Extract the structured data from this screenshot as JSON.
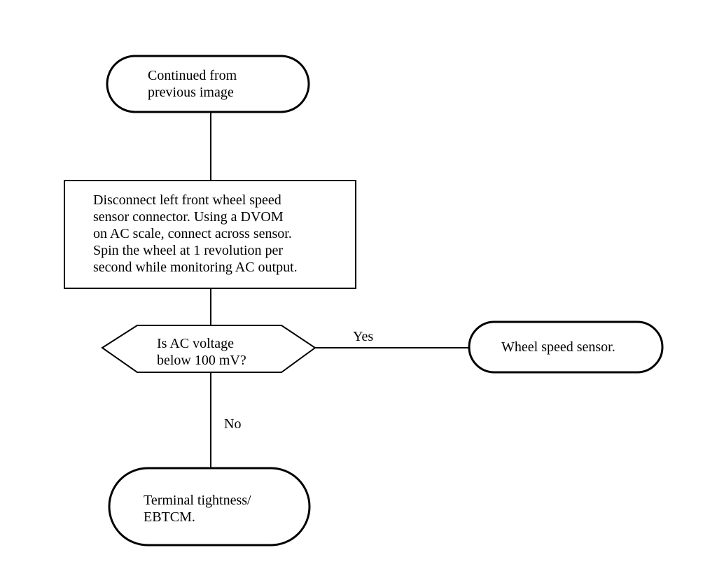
{
  "diagram": {
    "nodes": {
      "start": {
        "shape": "terminator",
        "text": "Continued from\nprevious image"
      },
      "step": {
        "shape": "process",
        "text": "Disconnect left front wheel speed\nsensor connector. Using a DVOM\non AC scale, connect across sensor.\nSpin the wheel at 1 revolution per\nsecond while monitoring AC output."
      },
      "decision": {
        "shape": "decision",
        "text": "Is AC voltage\nbelow 100 mV?"
      },
      "yes_result": {
        "shape": "terminator",
        "text": "Wheel speed sensor."
      },
      "no_result": {
        "shape": "terminator",
        "text": "Terminal tightness/\nEBTCM."
      }
    },
    "edges": {
      "start_to_step": {
        "from": "start",
        "to": "step",
        "label": ""
      },
      "step_to_decision": {
        "from": "step",
        "to": "decision",
        "label": ""
      },
      "decision_yes": {
        "from": "decision",
        "to": "yes_result",
        "label": "Yes"
      },
      "decision_no": {
        "from": "decision",
        "to": "no_result",
        "label": "No"
      }
    },
    "colors": {
      "stroke": "#000000",
      "fill": "#ffffff",
      "text": "#000000"
    }
  }
}
